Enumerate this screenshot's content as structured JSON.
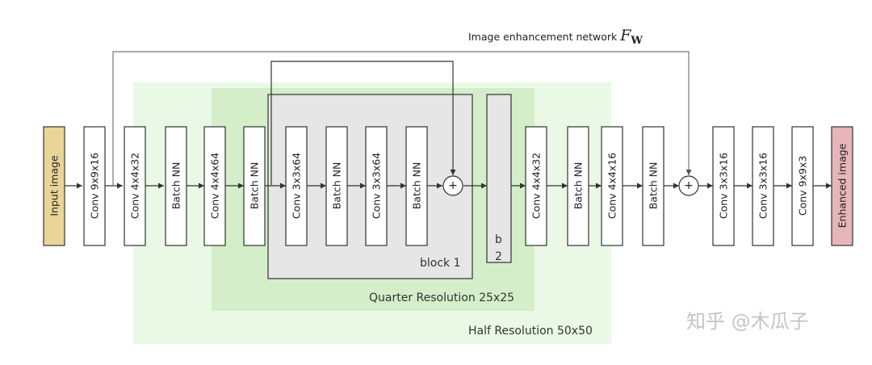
{
  "title": {
    "text": "Image enhancement network ",
    "symbol": "F",
    "subscript": "W"
  },
  "regions": {
    "half": "Half Resolution 50x50",
    "quarter": "Quarter Resolution 25x25"
  },
  "blocks": {
    "block1": "block 1",
    "block2_line1": "b",
    "block2_line2": "2"
  },
  "layers": {
    "input": "Input image",
    "conv1": "Conv 9x9x16",
    "conv2": "Conv 4x4x32",
    "bn1": "Batch NN",
    "conv3": "Conv 4x4x64",
    "bn2": "Batch NN",
    "res_conv1": "Conv 3x3x64",
    "res_bn1": "Batch NN",
    "res_conv2": "Conv 3x3x64",
    "res_bn2": "Batch NN",
    "conv4": "Conv 4x4x32",
    "bn3": "Batch NN",
    "conv5": "Conv 4x4x16",
    "bn4": "Batch NN",
    "conv6": "Conv 3x3x16",
    "conv7": "Conv 3x3x16",
    "conv8": "Conv 9x9x3",
    "output": "Enhanced image"
  },
  "ops": {
    "add": "+"
  },
  "watermark": "知乎 @木瓜子",
  "colors": {
    "half_region": "#eaf8e6",
    "quarter_region": "#d4eec9",
    "block_fill": "#e6e6e6",
    "input_fill": "#ead597",
    "output_fill": "#e7b6ba",
    "line": "#333333",
    "skip_line": "#7a7a7a",
    "watermark": "#c4c4c4"
  }
}
